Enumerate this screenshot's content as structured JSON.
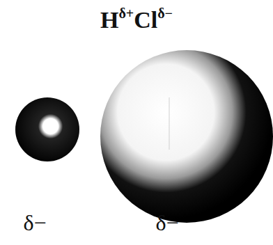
{
  "diagram": {
    "labels": [
      "H",
      "δ+",
      "Cl",
      "δ−",
      "δ−",
      "δ−"
    ]
  }
}
